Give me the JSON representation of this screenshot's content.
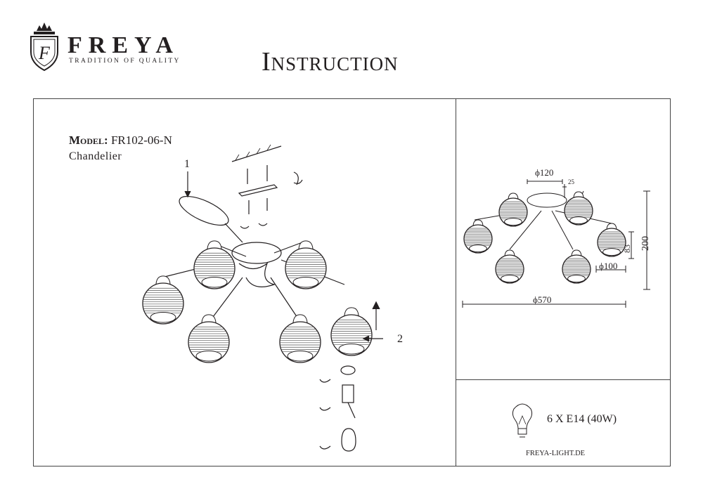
{
  "header": {
    "brand": "FREYA",
    "tagline": "TRADITION OF QUALITY",
    "logo_letter": "F",
    "title": "Instruction"
  },
  "product": {
    "model_label": "Model:",
    "model_number": "FR102-06-N",
    "type": "Chandelier"
  },
  "assembly": {
    "step_1": "1",
    "step_2": "2"
  },
  "dimensions": {
    "canopy_diameter": "ϕ120",
    "canopy_height": "25",
    "shade_height": "83",
    "total_height": "200",
    "shade_diameter": "ϕ100",
    "total_diameter": "ϕ570"
  },
  "bulb": {
    "icon": "light-bulb-icon",
    "spec": "6 X E14 (40W)"
  },
  "footer": {
    "website": "FREYA-LIGHT.DE"
  }
}
